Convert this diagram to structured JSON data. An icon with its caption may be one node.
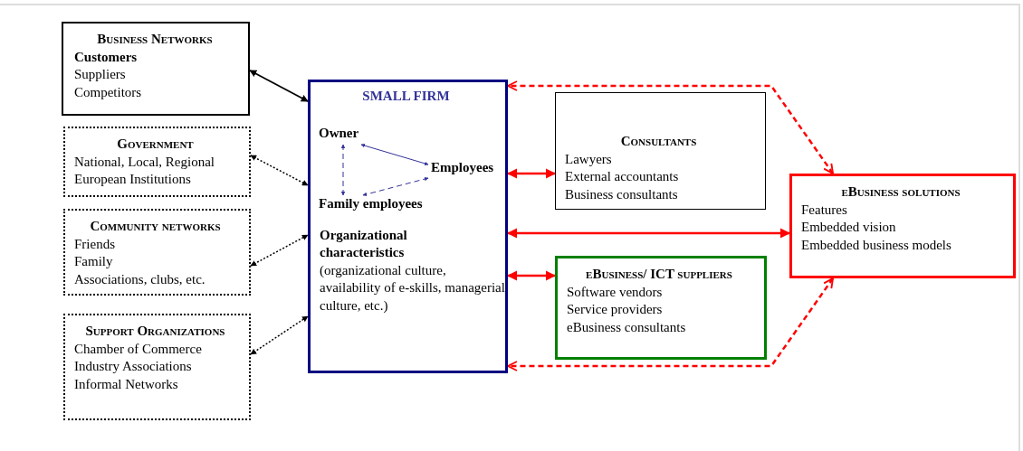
{
  "diagram": {
    "nodes": [
      {
        "text": [
          "Business Networks",
          "Customers",
          "Suppliers",
          "Competitors"
        ]
      },
      {
        "text": [
          "Government",
          "National, Local, Regional",
          "European Institutions"
        ]
      },
      {
        "text": [
          "Community networks",
          "Friends",
          "Family",
          "Associations, clubs, etc."
        ]
      },
      {
        "text": [
          "Support Organizations",
          "Chamber of Commerce",
          "Industry Associations",
          "Informal Networks"
        ]
      },
      {
        "text": [
          "SMALL FIRM",
          "Organizational characteristics",
          "(organizational culture, availability of e-skills, managerial culture, etc.)"
        ]
      },
      {
        "text": [
          "Owner"
        ],
        "in": 4
      },
      {
        "text": [
          "Employees"
        ],
        "in": 4
      },
      {
        "text": [
          "Family employees"
        ],
        "in": 4
      },
      {
        "text": [
          "Consultants",
          "Lawyers",
          "External accountants",
          "Business consultants"
        ]
      },
      {
        "text": [
          "eBusiness/ ICT suppliers",
          "Software vendors",
          "Service providers",
          "eBusiness consultants"
        ]
      },
      {
        "text": [
          "eBusiness solutions",
          "Features",
          "Embedded vision",
          "Embedded business models"
        ]
      }
    ],
    "edges": [
      {
        "from": 0,
        "to": 4,
        "arrow": "both",
        "color": "#000000"
      },
      {
        "from": 1,
        "to": 4,
        "arrow": "both",
        "style": "dashed",
        "color": "#000000"
      },
      {
        "from": 2,
        "to": 4,
        "arrow": "both",
        "style": "dashed",
        "color": "#000000"
      },
      {
        "from": 3,
        "to": 4,
        "arrow": "both",
        "style": "dashed",
        "color": "#000000"
      },
      {
        "from": 5,
        "to": 6,
        "arrow": "both",
        "color": "#333399"
      },
      {
        "from": 5,
        "to": 7,
        "arrow": "both",
        "style": "dashed",
        "color": "#333399"
      },
      {
        "from": 6,
        "to": 7,
        "arrow": "both",
        "style": "dashed",
        "color": "#333399"
      },
      {
        "from": 4,
        "to": 8,
        "arrow": "both"
      },
      {
        "from": 4,
        "to": 10,
        "arrow": "both"
      },
      {
        "from": 4,
        "to": 9,
        "arrow": "both"
      },
      {
        "from": 10,
        "to": 4,
        "arrow": "both",
        "style": "dashed"
      },
      {
        "from": 10,
        "to": 4,
        "arrow": "both",
        "style": "dashed"
      }
    ]
  }
}
